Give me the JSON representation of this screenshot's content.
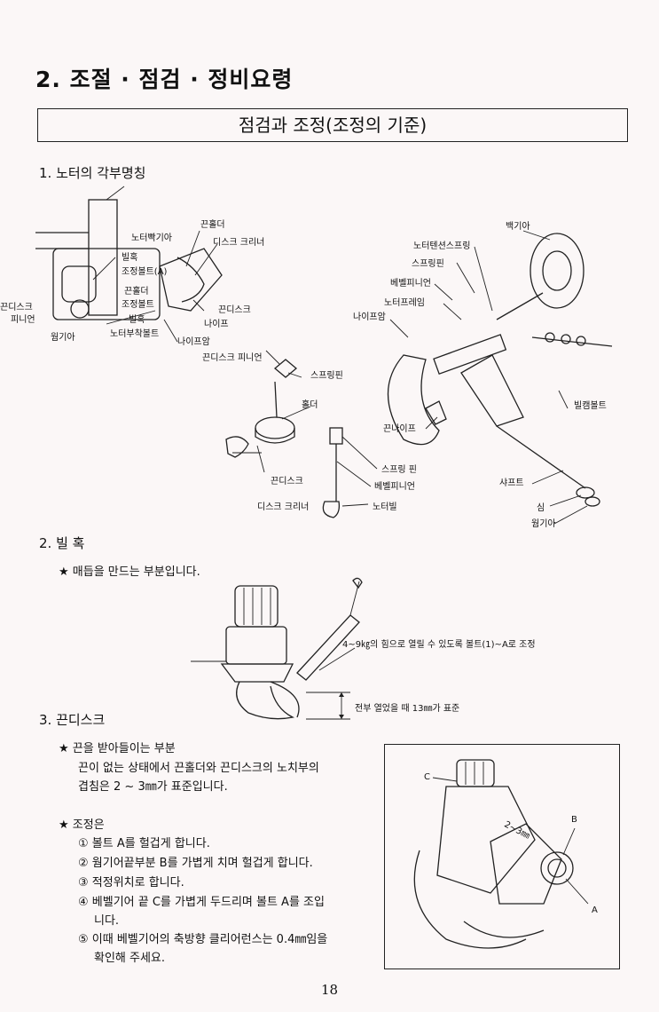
{
  "heading": "2. 조절 · 점검 · 정비요령",
  "title": "점검과 조정(조정의 기준)",
  "section1": {
    "title": "1. 노터의 각부명칭",
    "labels": {
      "l1": "끈홀더",
      "l2": "디스크 크리너",
      "l3": "노터빡기아",
      "l4": "빌혹",
      "l5": "조정볼트(A)",
      "l6": "끈홀더",
      "l7": "조정볼트",
      "l8": "빌혹",
      "l9": "노터부착볼트",
      "l10": "끈디스크",
      "l11": "나이프",
      "l12": "나이프암",
      "l13": "끈디스크",
      "l14": "피니언",
      "l15": "웜기아",
      "l16": "끈디스크 피니언",
      "l17": "스프링핀",
      "l18": "홀더",
      "l19": "끈디스크",
      "l20": "디스크 크리너",
      "l21": "스프링 핀",
      "l22": "베벨피니언",
      "l23": "노터빌",
      "l24": "백기아",
      "l25": "노터텐션스프링",
      "l26": "스프링핀",
      "l27": "베벨피니언",
      "l28": "노터프레임",
      "l29": "나이프암",
      "l30": "빌캠볼트",
      "l31": "끈나이프",
      "l32": "샤프트",
      "l33": "심",
      "l34": "웜기아"
    }
  },
  "section2": {
    "title": "2. 빌 혹",
    "note": "★ 매듭을 만드는 부분입니다.",
    "callout1": "4~9㎏의 힘으로 열릴 수 있도록 볼트(1)~A로 조정",
    "callout2": "전부 열었을 때 13㎜가 표준"
  },
  "section3": {
    "title": "3. 끈디스크",
    "p1_head": "★ 끈을 받아들이는 부분",
    "p1_line1": "끈이 없는 상태에서 끈홀더와 끈디스크의 노치부의",
    "p1_line2": "겹침은 2 ~ 3㎜가 표준입니다.",
    "p2_head": "★ 조정은",
    "steps": [
      "① 볼트 A를 헐겁게 합니다.",
      "② 웜기어끝부분 B를 가볍게 치며 헐겁게 합니다.",
      "③ 적정위치로 합니다.",
      "④ 베벨기어 끝 C를 가볍게 두드리며 볼트 A를 조입",
      "니다.",
      "⑤ 이때 베벨기어의 축방향 클리어런스는 0.4㎜임을",
      "확인해 주세요."
    ],
    "fig": {
      "c": "C",
      "b": "B",
      "a": "A",
      "dim": "2~3㎜"
    }
  },
  "page_number": "18"
}
